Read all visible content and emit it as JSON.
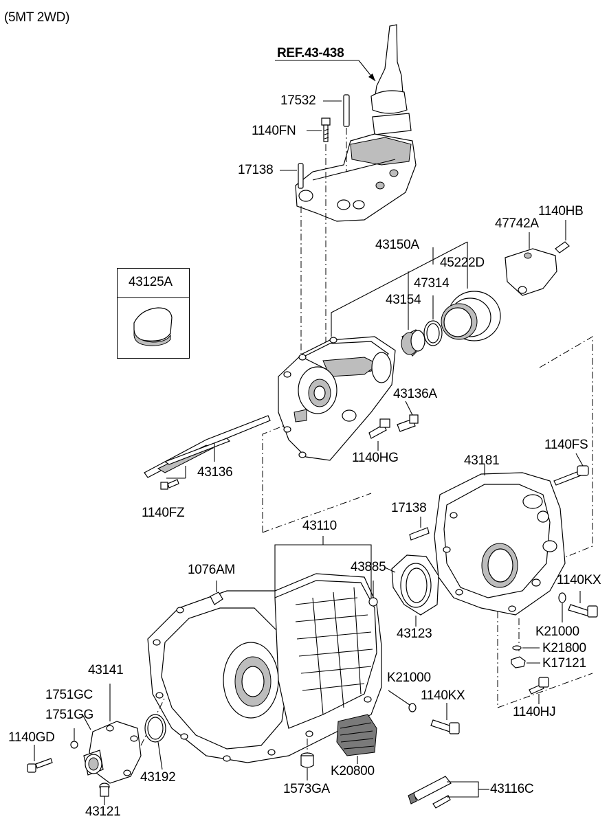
{
  "header": {
    "variant": "(5MT 2WD)",
    "reference": "REF.43-438"
  },
  "inset": {
    "part": "43125A"
  },
  "labels": {
    "p17532": "17532",
    "p1140FN": "1140FN",
    "p17138a": "17138",
    "p47742A": "47742A",
    "p1140HB": "1140HB",
    "p43150A": "43150A",
    "p45222D": "45222D",
    "p47314": "47314",
    "p43154": "43154",
    "p43136A": "43136A",
    "p1140HG": "1140HG",
    "p43136": "43136",
    "p1140FZ": "1140FZ",
    "p1140FS": "1140FS",
    "p43181": "43181",
    "p17138b": "17138",
    "p43110": "43110",
    "p1076AM": "1076AM",
    "p43885": "43885",
    "p1140KXa": "1140KX",
    "p43123": "43123",
    "pK21000a": "K21000",
    "pK21800": "K21800",
    "pK17121": "K17121",
    "p43141": "43141",
    "pK21000b": "K21000",
    "p1140KXb": "1140KX",
    "p1751GC": "1751GC",
    "p1751GG": "1751GG",
    "p1140HJ": "1140HJ",
    "p1140GD": "1140GD",
    "p43192": "43192",
    "pK20800": "K20800",
    "p1573GA": "1573GA",
    "p43116C": "43116C",
    "p43121": "43121"
  }
}
